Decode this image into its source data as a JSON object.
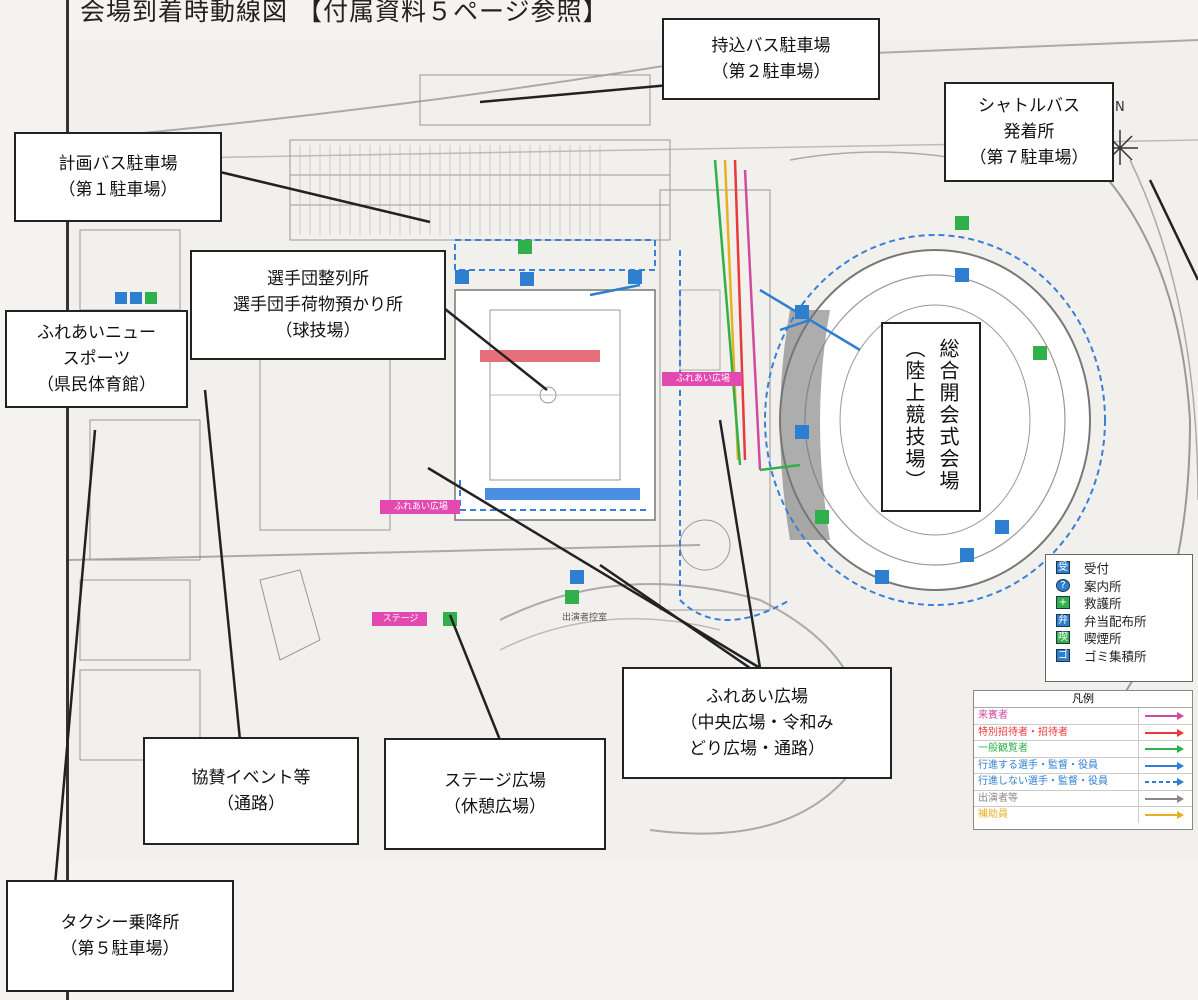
{
  "title": "会場到着時動線図 【付属資料５ページ参照】",
  "callouts": {
    "mochikomi_bus": [
      "持込バス駐車場",
      "（第２駐車場）"
    ],
    "shuttle_bus": [
      "シャトルバス",
      "発着所",
      "（第７駐車場）"
    ],
    "keikaku_bus": [
      "計画バス駐車場",
      "（第１駐車場）"
    ],
    "senshudan": [
      "選手団整列所",
      "選手団手荷物預かり所",
      "（球技場）"
    ],
    "fureai_new_sports": [
      "ふれあいニュー",
      "スポーツ",
      "（県民体育館）"
    ],
    "sogo_kaikai": [
      "総合開会式会場",
      "（陸上競技場）"
    ],
    "fureai_hiroba": [
      "ふれあい広場",
      "（中央広場・令和み",
      "どり広場・通路）"
    ],
    "kyosan_event": [
      "協賛イベント等",
      "（通路）"
    ],
    "stage_hiroba": [
      "ステージ広場",
      "（休憩広場）"
    ],
    "taxi": [
      "タクシー乗降所",
      "（第５駐車場）"
    ]
  },
  "facility_legend": [
    {
      "label": "受付",
      "color": "#2f7fd0",
      "icon": "reception-icon"
    },
    {
      "label": "案内所",
      "color": "#2f7fd0",
      "icon": "info-icon"
    },
    {
      "label": "救護所",
      "color": "#2fb04a",
      "icon": "first-aid-icon"
    },
    {
      "label": "弁当配布所",
      "color": "#2f7fd0",
      "icon": "lunch-icon"
    },
    {
      "label": "喫煙所",
      "color": "#2fb04a",
      "icon": "smoking-icon"
    },
    {
      "label": "ゴミ集積所",
      "color": "#2f7fd0",
      "icon": "trash-icon"
    }
  ],
  "route_legend": {
    "header": "凡例",
    "items": [
      {
        "label": "来賓者",
        "color": "#d04aa0"
      },
      {
        "label": "特別招待者・招待者",
        "color": "#e83a3a"
      },
      {
        "label": "一般観覧者",
        "color": "#2fb04a"
      },
      {
        "label": "行進する選手・監督・役員",
        "color": "#2f7fd0"
      },
      {
        "label": "行進しない選手・監督・役員",
        "color": "#2f7fd0"
      },
      {
        "label": "出演者等",
        "color": "#888888"
      },
      {
        "label": "補助員",
        "color": "#e8b020"
      }
    ]
  },
  "map_labels": {
    "compass": "N",
    "pink_a": "ふれあい広場",
    "pink_b": "ふれあい広場",
    "pink_c": "ステージ",
    "stage_sub": "出演者控室"
  }
}
